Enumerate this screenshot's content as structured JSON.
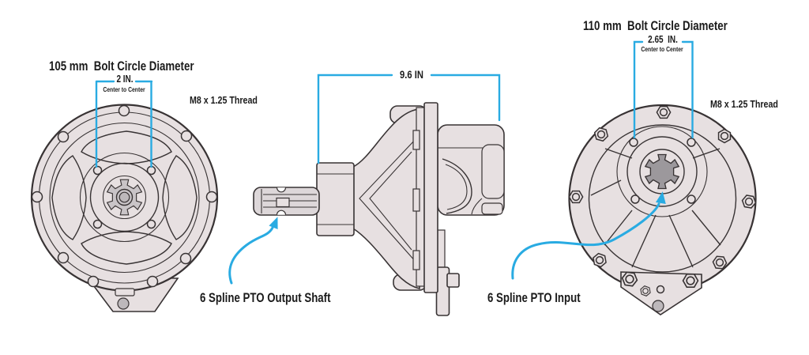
{
  "title": "PTO Gearbox Dimension Diagram",
  "colors": {
    "bg": "#ffffff",
    "body": "#E7E0E1",
    "body2": "#DDD7D9",
    "line": "#383334",
    "metal": "#C9C4C7",
    "bore": "#9C989C",
    "holefill": "#BDB8BB",
    "accent": "#29ABE2",
    "text": "#1B1B1B"
  },
  "front_view": {
    "bolt_circle_label": "105 mm  Bolt Circle Diameter",
    "center_distance": "2 IN.",
    "center_note": "Center to Center",
    "thread_label": "M8 x 1.25 Thread"
  },
  "side_view": {
    "width_label": "9.6 IN",
    "output_label": "6 Spline PTO Output Shaft"
  },
  "rear_view": {
    "bolt_circle_label": "110 mm  Bolt Circle Diameter",
    "center_distance": "2.65  IN.",
    "center_note": "Center to Center",
    "thread_label": "M8 x 1.25 Thread",
    "input_label": "6 Spline PTO Input"
  }
}
